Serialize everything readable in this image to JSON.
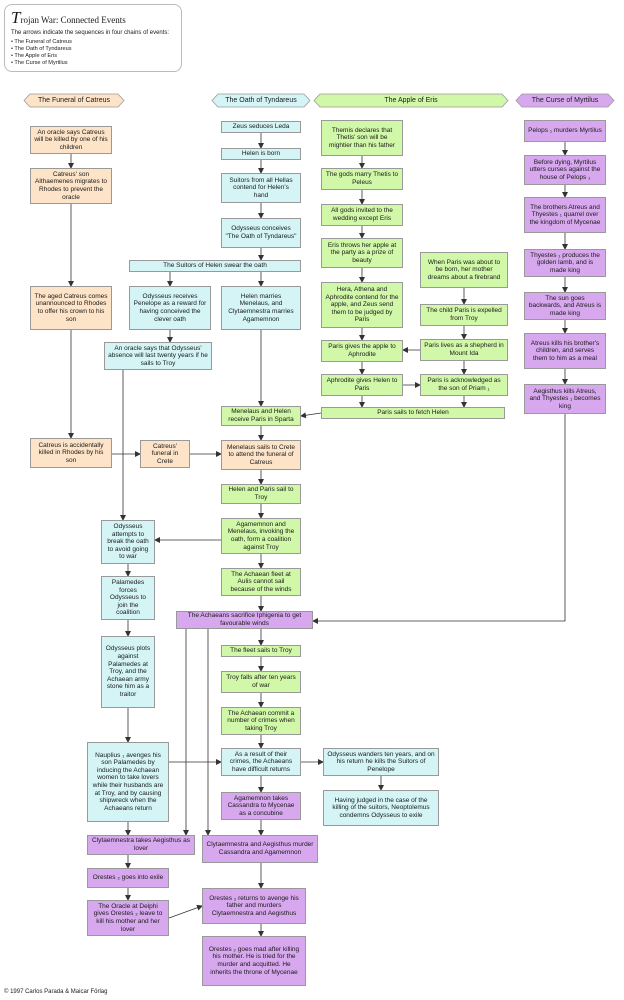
{
  "legend": {
    "title_initial": "T",
    "title_rest": "rojan War: Connected Events",
    "description": "The arrows indicate the sequences in four chains of events:",
    "items": [
      "The Funeral of Catreus",
      "The Oath of Tyndareus",
      "The Apple of Eris",
      "The Curse of Myrtilus"
    ]
  },
  "headers": {
    "catreus": "The Funeral of Catreus",
    "tyndareus": "The Oath of Tyndareus",
    "eris": "The Apple of Eris",
    "myrtilus": "The Curse of Myrtilus"
  },
  "colors": {
    "catreus": "#fde3c7",
    "tyndareus": "#d4f4f6",
    "eris": "#d1f7a8",
    "myrtilus": "#d7a8ee",
    "arrow": "#333333"
  },
  "boxes": {
    "c1": "An oracle says Catreus will be killed by one of his children",
    "c2": "Catreus' son Althaemenes migrates to Rhodes to prevent the oracle",
    "c3": "The aged Catreus comes unannounced to Rhodes to offer his crown to his son",
    "c4": "Catreus is accidentally killed in Rhodes by his son",
    "c5": "Catreus' funeral in Crete",
    "t1": "Zeus seduces Leda",
    "t2": "Helen is born",
    "t3": "Suitors from all Hellas contend for Helen's hand",
    "t4": "Odysseus conceives \"The Oath of Tyndareus\"",
    "t5": "The Suitors of Helen swear the oath",
    "t6": "Odysseus receives Penelope as a reward for having conceived the clever oath",
    "t7": "Helen marries Menelaus, and Clytaemnestra marries Agamemnon",
    "t8": "An oracle says that Odysseus' absence will last twenty years if he sails to Troy",
    "t9": "Odysseus attempts to break the oath to avoid going to war",
    "t10": "Palamedes forces Odysseus to join the coalition",
    "t11": "Odysseus plots against Palamedes at Troy, and the Achaean army stone him as a traitor",
    "t12": "Nauplius ₁ avenges his son Palamedes by inducing the Achaean women to take lovers while their husbands are at Troy, and by causing shipwreck when the Achaeans return",
    "e1": "Themis declares that Thetis' son will be mightier than his father",
    "e2": "The gods marry Thetis to Peleus",
    "e3": "All gods invited to the wedding except Eris",
    "e4": "Eris throws her apple at the party as a prize of beauty",
    "e5": "Hera, Athena and Aphrodite contend for the apple, and Zeus send them to be judged by Paris",
    "e6": "Paris gives the apple to Aphrodite",
    "e7": "Aphrodite gives Helen to Paris",
    "e8": "When Paris was about to be born, her mother dreams about a firebrand",
    "e9": "The child Paris is expelled from Troy",
    "e10": "Paris lives as a shepherd in Mount Ida",
    "e11": "Paris is acknowledged as the son of Priam ₁",
    "e12": "Paris sails to fetch Helen",
    "m1": "Pelops ₁ murders Myrtilus",
    "m2": "Before dying, Myrtilus utters curses against the house of Pelops ₁",
    "m3": "The brothers Atreus and Thyestes ₁ quarrel over the kingdom of Mycenae",
    "m4": "Thyestes ₁ produces the golden lamb, and is made king",
    "m5": "The sun goes backwards, and Atreus is made king",
    "m6": "Atreus kills his brother's children, and serves them to him as a meal",
    "m7": "Aegisthus kills Atreus, and Thyestes ₁ becomes king",
    "g1": "Menelaus and Helen receive Paris in Sparta",
    "g2": "Menelaus sails to Crete to attend the funeral of Catreus",
    "g3": "Helen and Paris sail to Troy",
    "g4": "Agamemnon and Menelaus, invoking the oath, form a coalition against Troy",
    "g5": "The Achaean fleet at Aulis cannot sail because of the winds",
    "g6": "The Achaeans sacrifice Iphigenia to get favourable winds",
    "g7": "The fleet sails to Troy",
    "g8": "Troy falls after ten years of war",
    "g9": "The Achaean commit a number of crimes when taking Troy",
    "g10": "As a result of their crimes, the Achaeans have difficult returns",
    "g11": "Odysseus wanders ten years, and on his return he kills the Suitors of Penelope",
    "g12": "Having judged in the case of the killing of the suitors, Neoptolemus condemns Odysseus to exile",
    "g13": "Agamemnon takes Cassandra to Mycenae as a concubine",
    "g14": "Clytaemnestra takes Aegisthus as lover",
    "g15": "Clytaemnestra and Aegisthus murder Cassandra and Agamemnon",
    "g16": "Orestes ₂ goes into exile",
    "g17": "Orestes ₂ returns to avenge his father and murders Clytaemnestra and Aegisthus",
    "g18": "The Oracle at Delphi gives Orestes ₂ leave to kill his mother and her lover",
    "g19": "Orestes ₂ goes mad after killing his mother. He is tried for the murder and acquitted. He inherits the throne of Mycenae"
  },
  "copyright": "© 1997 Carlos Parada & Maicar Förlag"
}
